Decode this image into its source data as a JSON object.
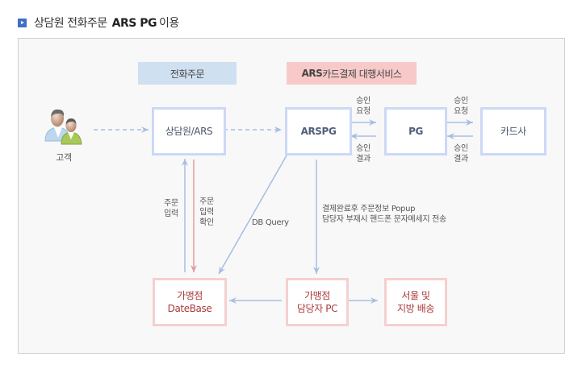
{
  "title": {
    "icon": "play-square-icon",
    "prefix": "상담원 전화주문",
    "bold": "ARS PG",
    "suffix": "이용"
  },
  "headers": {
    "phone_order": "전화주문",
    "ars_bold": "ARS",
    "ars_rest": "카드결제 대행서비스"
  },
  "nodes": {
    "customer": {
      "icon": "users-icon",
      "label": "고객"
    },
    "agent_ars": "상담원/ARS",
    "arspg": "ARSPG",
    "pg": "PG",
    "card_company": "카드사",
    "merchant_db": [
      "가맹점",
      "DateBase"
    ],
    "merchant_pc": [
      "가맹점",
      "담당자 PC"
    ],
    "delivery": [
      "서울 및",
      "지방 배송"
    ]
  },
  "edges": {
    "approval_request_1": [
      "승인",
      "요청"
    ],
    "approval_result_1": [
      "승인",
      "결과"
    ],
    "approval_request_2": [
      "승인",
      "요청"
    ],
    "approval_result_2": [
      "승인",
      "결과"
    ],
    "order_input": [
      "주문",
      "입력"
    ],
    "order_input_confirm": [
      "주문",
      "입력",
      "확인"
    ],
    "db_query": "DB Query",
    "popup_note": [
      "결제완료후 주문정보 Popup",
      "담당자 부재시 핸드폰 문자메세지 전송"
    ]
  },
  "colors": {
    "blue_arrow": "#a7bde3",
    "red_arrow": "#e59aa0",
    "blue_border": "#ccd8f6",
    "red_border": "#f6cfcf",
    "header_blue": "#cfe0f1",
    "header_red": "#f8c9c9",
    "title_icon": "#3f6fc3"
  }
}
